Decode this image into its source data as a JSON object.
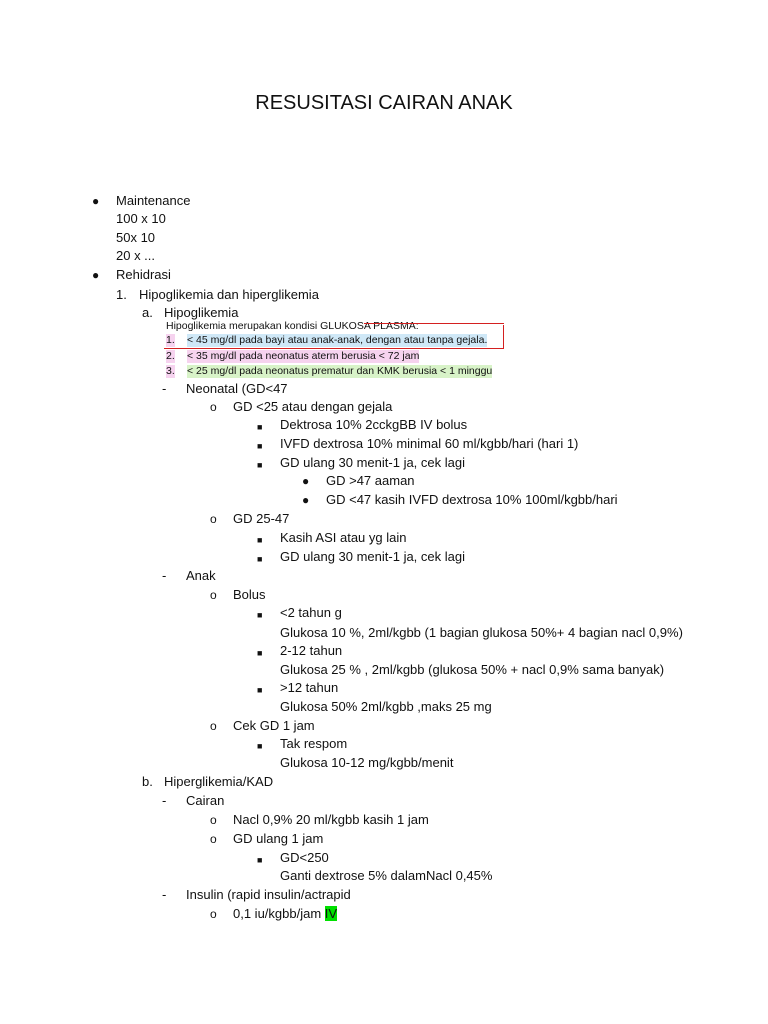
{
  "doc": {
    "title": "RESUSITASI CAIRAN ANAK",
    "maintenance": {
      "label": "Maintenance",
      "lines": [
        "100 x 10",
        "50x 10",
        "20 x ..."
      ]
    },
    "rehidrasi": "Rehidrasi",
    "item1": "Hipoglikemia dan hiperglikemia",
    "item1a": "Hipoglikemia",
    "embedded": {
      "head": "Hipoglikemia merupakan kondisi GLUKOSA PLASMA:",
      "items": [
        {
          "num": "1.",
          "text": "< 45 mg/dl pada bayi atau anak-anak, dengan atau tanpa gejala."
        },
        {
          "num": "2.",
          "text": "< 35 mg/dl pada neonatus aterm berusia < 72 jam"
        },
        {
          "num": "3.",
          "text": "< 25 mg/dl pada neonatus prematur dan KMK berusia < 1 minggu"
        }
      ]
    },
    "neonatal": "Neonatal (GD<47",
    "gd25": "GD <25 atau dengan gejala",
    "dektrosa": "Dektrosa 10% 2cckgBB IV bolus",
    "ivfd": "IVFD dextrosa 10% minimal 60 ml/kgbb/hari (hari 1)",
    "gdulang1": "GD ulang 30 menit-1 ja, cek lagi",
    "gd47aman": "GD >47 aaman",
    "gd47kasih": "GD <47 kasih IVFD dextrosa 10% 100ml/kgbb/hari",
    "gd2547": "GD 25-47",
    "kasihasi": "Kasih ASI atau yg lain",
    "gdulang2": "GD ulang 30 menit-1 ja, cek lagi",
    "anak": "Anak",
    "bolus": "Bolus",
    "b1a": "<2 tahun g",
    "b1b": "Glukosa 10 %, 2ml/kgbb (1 bagian glukosa 50%+ 4 bagian nacl 0,9%)",
    "b2a": "2-12 tahun",
    "b2b": "Glukosa 25 % , 2ml/kgbb (glukosa 50% + nacl 0,9% sama banyak)",
    "b3a": ">12 tahun",
    "b3b": "Glukosa 50% 2ml/kgbb ,maks 25 mg",
    "cekgd": "Cek GD 1 jam",
    "takrespom": "Tak respom",
    "glukosa1012": "Glukosa 10-12 mg/kgbb/menit",
    "hiper": "Hiperglikemia/KAD",
    "cairan": "Cairan",
    "nacl": "Nacl 0,9% 20 ml/kgbb kasih 1 jam",
    "gdulang3": "GD ulang 1 jam",
    "gd250": "GD<250",
    "ganti": "Ganti dextrose 5% dalamNacl 0,45%",
    "insulin": "Insulin (rapid insulin/actrapid",
    "dose": "0,1 iu/kgbb/jam ",
    "dose_hl": "IV",
    "markers": {
      "n1": "1.",
      "a": "a.",
      "b": "b."
    },
    "colors": {
      "highlight": "#00e000",
      "box_border": "#d42020"
    }
  }
}
